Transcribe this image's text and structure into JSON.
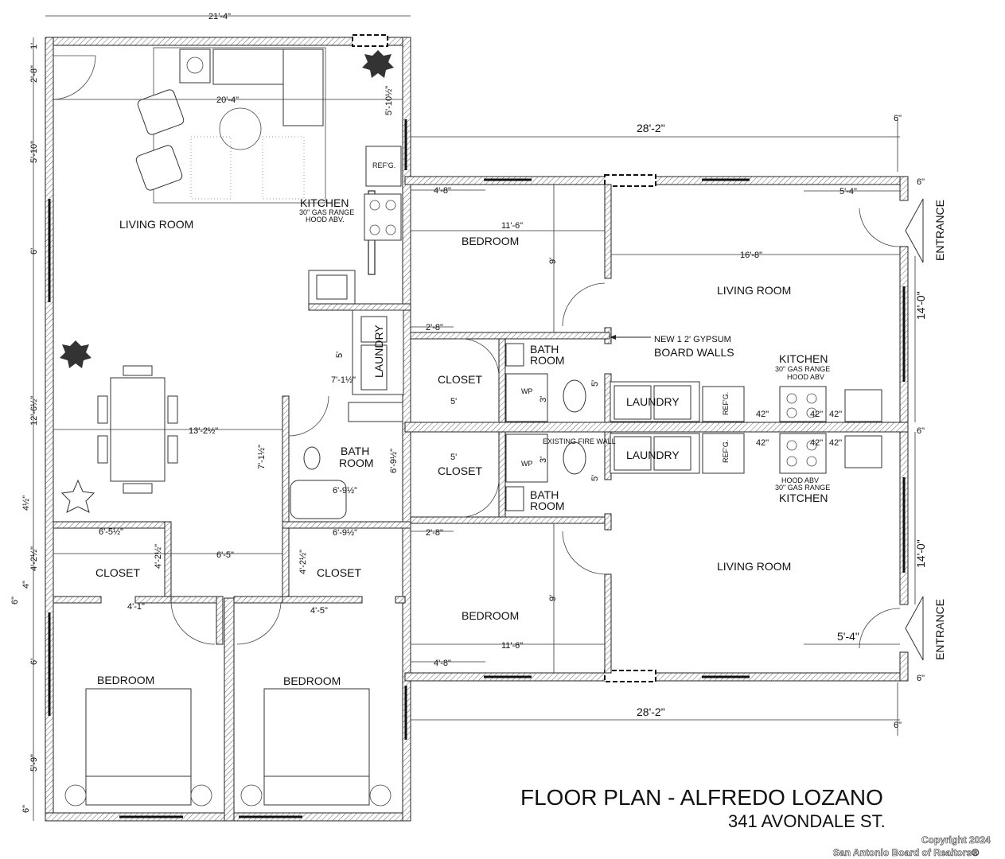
{
  "plan_left": {
    "overall_width": "21'-4\"",
    "interior_width": "20'-4\"",
    "living_room": "LIVING ROOM",
    "kitchen": "KITCHEN",
    "kitchen_note_1": "30\" GAS RANGE",
    "kitchen_note_2": "HOOD ABV.",
    "refg": "REF'G.",
    "laundry": "LAUNDRY",
    "bath_1": "BATH",
    "bath_2": "ROOM",
    "closet": "CLOSET",
    "bedroom": "BEDROOM",
    "dims": {
      "d1": "1'",
      "d2": "2'-8\"",
      "d3": "5'-10\"",
      "d4": "6'",
      "d5": "12'-6½\"",
      "d6": "4½\"",
      "d7": "4'-2½\"",
      "d8": "6\"",
      "d9": "4\"",
      "d10": "6'",
      "d11": "5'-9\"",
      "d12": "6\"",
      "d13": "5'-10½\"",
      "d14": "5'",
      "d15": "7'-1½\"",
      "d16": "13'-2½\"",
      "d17": "7'-1½\"",
      "d18": "6'-9½\"",
      "d19": "6'-9½\"",
      "d20": "6'-5½\"",
      "d21": "6'-5\"",
      "d22": "4'-2½\"",
      "d23": "4'-2½\"",
      "d24": "4'-1\"",
      "d25": "4'-5\"",
      "d26": "6'-9½\""
    }
  },
  "plan_right": {
    "top_width": "28'-2\"",
    "bottom_width": "28'-2\"",
    "six_in": "6\"",
    "d_4_8": "4'-8\"",
    "d_11_6": "11'-6\"",
    "d_5_4": "5'-4\"",
    "d_16_8": "16'-8\"",
    "d_9": "9'",
    "d_14": "14'-0\"",
    "d_2_8": "2'-8\"",
    "d_5": "5'",
    "d_3": "3'",
    "d_42": "42\"",
    "bedroom": "BEDROOM",
    "living_room": "LIVING ROOM",
    "closet": "CLOSET",
    "bath_1": "BATH",
    "bath_2": "ROOM",
    "laundry": "LAUNDRY",
    "refg": "REF'G.",
    "wp": "WP",
    "kitchen": "KITCHEN",
    "gas_range": "30\" GAS RANGE",
    "hood": "HOOD ABV",
    "entrance": "ENTRANCE",
    "gypsum_1": "NEW 1 2' GYPSUM",
    "gypsum_2": "BOARD WALLS",
    "fire_wall": "EXISTING FIRE WALL"
  },
  "title_block": {
    "title": "FLOOR PLAN - ALFREDO LOZANO",
    "address": "341 AVONDALE ST."
  },
  "watermark": {
    "line1": "Copyright 2024",
    "line2": "San Antonio Board of Realtors®"
  }
}
